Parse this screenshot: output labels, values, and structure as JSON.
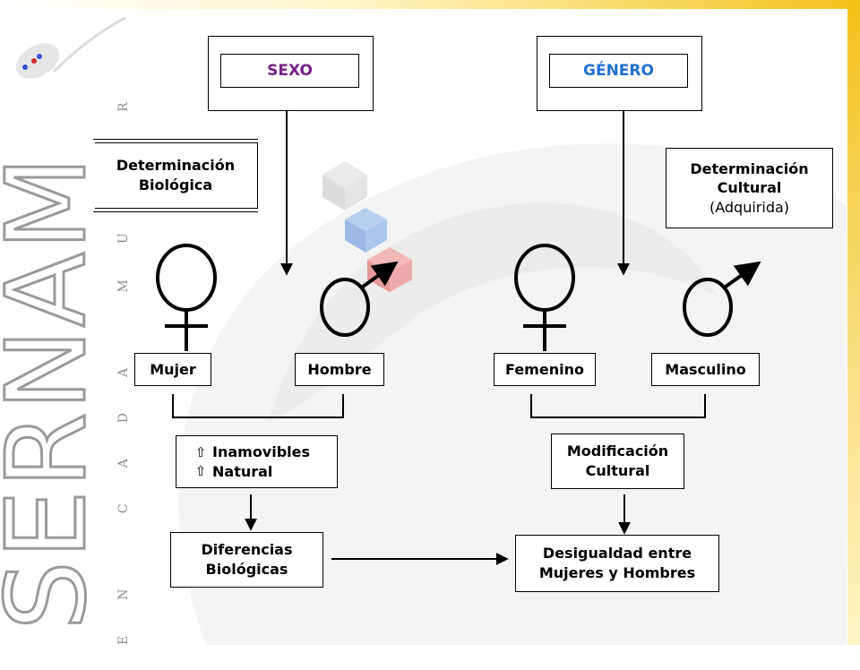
{
  "brand": {
    "logo_text": "SERNAM",
    "tagline": "EN CADA MUJER",
    "accent_color": "#f3c21a"
  },
  "sexo_box": {
    "label": "SEXO",
    "color": "#7a1f8c"
  },
  "genero_box": {
    "label": "GÉNERO",
    "color": "#1f6fd6"
  },
  "biological": {
    "line1": "Determinación",
    "line2": "Biológica"
  },
  "cultural": {
    "line1": "Determinación",
    "line2": "Cultural",
    "line3": "(Adquirida)"
  },
  "symbols": [
    "female-symbol",
    "male-symbol",
    "female-symbol",
    "male-symbol"
  ],
  "labels": {
    "mujer": "Mujer",
    "hombre": "Hombre",
    "femenino": "Femenino",
    "masculino": "Masculino"
  },
  "characteristics": {
    "arrow_glyph": "⇧",
    "item1": "Inamovibles",
    "item2": "Natural"
  },
  "modification": {
    "line1": "Modificación",
    "line2": "Cultural"
  },
  "differences": {
    "line1": "Diferencias",
    "line2": "Biológicas"
  },
  "inequality": {
    "line1": "Desigualdad entre",
    "line2": "Mujeres y Hombres"
  }
}
